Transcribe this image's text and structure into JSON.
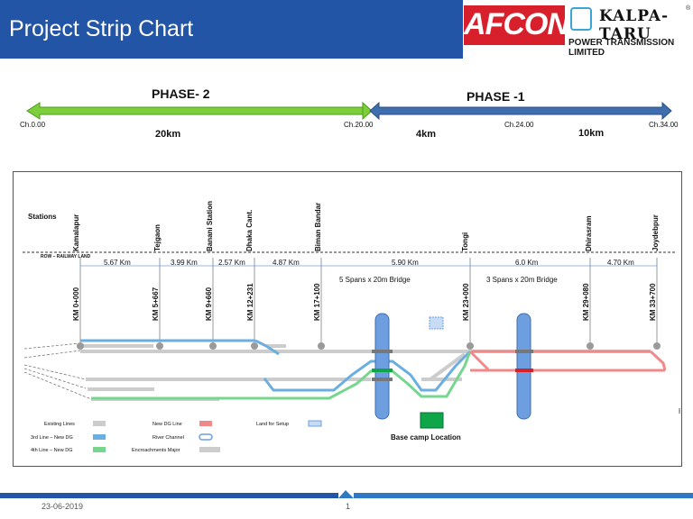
{
  "header": {
    "title": "Project Strip Chart",
    "logo_afcons": "AFCONS",
    "logo_kalpataru": "KALPA-TARU",
    "logo_kalpataru_sub": "POWER TRANSMISSION LIMITED",
    "registered_mark": "®"
  },
  "phases": {
    "phase2_label": "PHASE- 2",
    "phase1_label": "PHASE -1",
    "chainages": [
      "Ch.0.00",
      "Ch.20.00",
      "Ch.24.00",
      "Ch.34.00"
    ],
    "distances": [
      "20km",
      "4km",
      "10km"
    ]
  },
  "diagram": {
    "stations_label": "Stations",
    "row_label": "ROW – RAILWAY LAND",
    "stations": [
      "Kamalapur",
      "Tejgaon",
      "Banani Station",
      "Dhaka Cant.",
      "Biman Bandar",
      "Tongi",
      "Dhirasram",
      "Joydebpur"
    ],
    "spacings": [
      "5.67 Km",
      "3.99 Km",
      "2.57 Km",
      "4.87 Km",
      "5.90 Km",
      "6.0 Km",
      "4.70 Km"
    ],
    "kilometers": [
      "KM 0+000",
      "KM 5+667",
      "KM 9+660",
      "KM 12+231",
      "KM 17+100",
      "KM 23+000",
      "KM 29+080",
      "KM 33+700"
    ],
    "bridges": [
      "5 Spans x 20m Bridge",
      "3 Spans x 20m Bridge"
    ],
    "base_camp": "Base  camp Location",
    "legend": {
      "existing_lines": "Existing Lines",
      "third_line": "3rd Line – New DG",
      "fourth_line": "4th Line – New DG",
      "new_dg_line": "New DG Line",
      "river_channel": "River Channel",
      "encroachments": "Encroachments Major",
      "land_for_setup": "Land for Setup"
    }
  },
  "colors": {
    "title_bar": "#2355a6",
    "phase2_arrow": "#7ccf3b",
    "phase1_arrow": "#3f6eae",
    "existing": "#cccccc",
    "third_line": "#6baee0",
    "fourth_line": "#76d68e",
    "new_dg": "#f08a8a",
    "river": "#6d9ee0",
    "base_camp": "#0fa64a"
  },
  "footer": {
    "date": "23-06-2019",
    "page": "1"
  }
}
